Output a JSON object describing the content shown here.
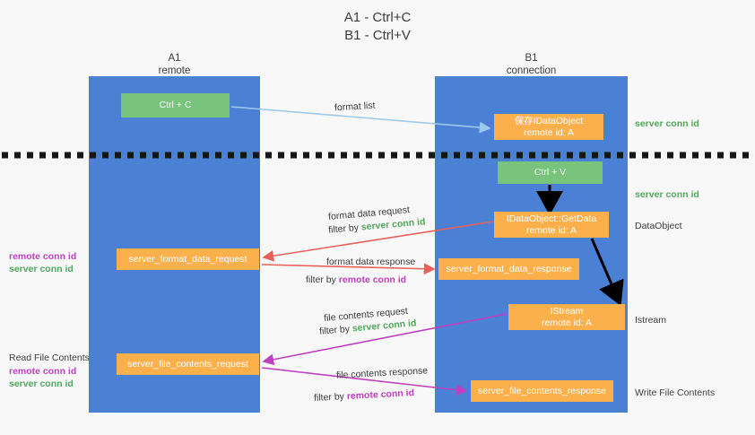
{
  "title": {
    "line1": "A1 - Ctrl+C",
    "line2": "B1 - Ctrl+V"
  },
  "lanes": [
    {
      "id": "A1",
      "name": "A1",
      "subtitle": "remote"
    },
    {
      "id": "B1",
      "name": "B1",
      "subtitle": "connection"
    }
  ],
  "boxes": {
    "ctrl_c": {
      "label": "Ctrl + C",
      "color": "#79c47c"
    },
    "idataobject": {
      "line1": "保存IDataObject",
      "line2": "remote id: A",
      "color": "#fbb04c"
    },
    "ctrl_v": {
      "label": "Ctrl + V",
      "color": "#79c47c"
    },
    "getdata": {
      "line1": "IDataObject::GetData",
      "line2": "remote id: A",
      "color": "#fbb04c"
    },
    "server_format_data_request": {
      "label": "server_format_data_request",
      "color": "#fbb04c"
    },
    "server_format_data_response": {
      "label": "server_format_data_response",
      "color": "#fbb04c"
    },
    "istream": {
      "line1": "IStream",
      "line2": "remote id: A",
      "color": "#fbb04c"
    },
    "server_file_contents_request": {
      "label": "server_file_contents_request",
      "color": "#fbb04c"
    },
    "server_file_contents_response": {
      "label": "server_file_contents_response",
      "color": "#fbb04c"
    }
  },
  "edges": [
    {
      "id": "format_list",
      "label": "format list",
      "color": "#9fc9ea"
    },
    {
      "id": "format_data_request",
      "label": "format data request",
      "filter_prefix": "filter by ",
      "filter_key": "server conn id",
      "color": "#e8605a"
    },
    {
      "id": "format_data_response",
      "label": "format data response",
      "filter_prefix": "filter by ",
      "filter_key": "remote conn id",
      "color": "#e8605a"
    },
    {
      "id": "file_contents_request",
      "label": "file contents request",
      "filter_prefix": "filter by ",
      "filter_key": "server conn id",
      "color": "#c03fc0"
    },
    {
      "id": "file_contents_response",
      "label": "file contents response",
      "filter_prefix": "filter by ",
      "filter_key": "remote conn id",
      "color": "#c03fc0"
    }
  ],
  "annotations": {
    "server_conn_id": "server conn id",
    "remote_conn_id": "remote conn id",
    "dataobject": "DataObject",
    "istream": "Istream",
    "read_file_contents": "Read File Contents",
    "write_file_contents": "Write File Contents"
  },
  "colors": {
    "lane": "#4a81d4",
    "orange": "#fbb04c",
    "green_box": "#79c47c",
    "green_text": "#52a85a",
    "pink_text": "#c03fc0",
    "red_arrow": "#e8605a",
    "blue_arrow": "#9fc9ea",
    "black_arrow": "#000000",
    "background": "#f8f8f8"
  }
}
